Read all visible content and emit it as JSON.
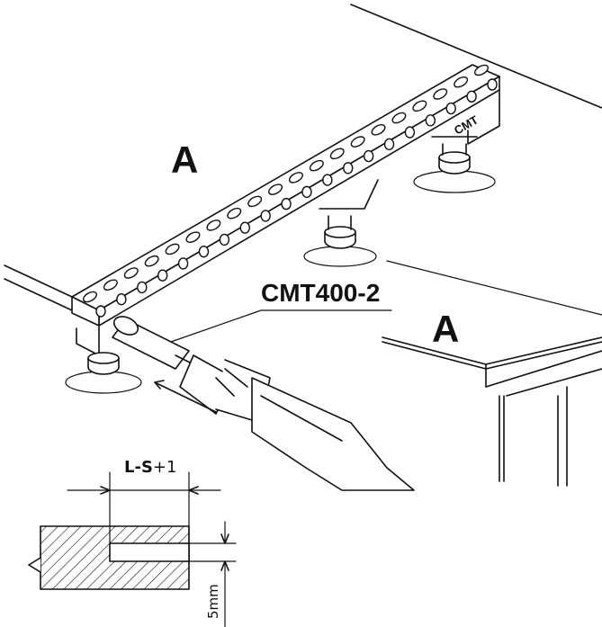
{
  "labels": {
    "workpiece_a_top": "A",
    "workpiece_a_right": "A",
    "product_code": "CMT400-2",
    "brand_mark": "CMT"
  },
  "dimension": {
    "width_l": "L-",
    "width_s": "S",
    "width_plus": "+1",
    "depth": "5mm"
  },
  "icons": [
    "drill-icon",
    "direction-arrow-icon",
    "clamp-foot-icon"
  ]
}
